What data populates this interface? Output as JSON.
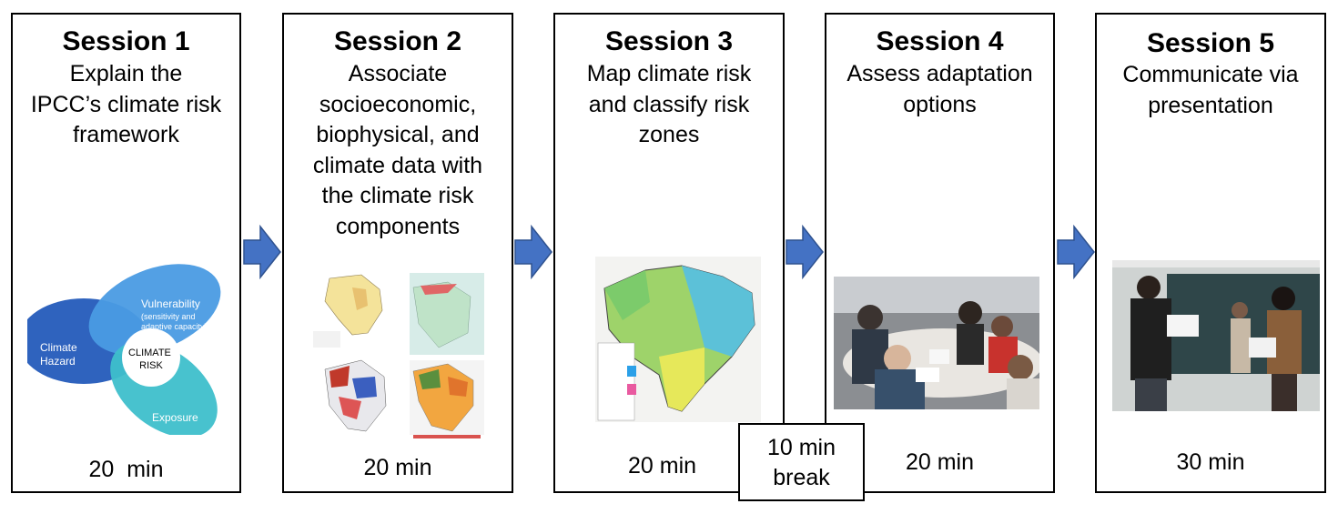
{
  "sessions": [
    {
      "title": "Session 1",
      "desc": [
        "Explain the",
        "IPCC’s climate risk",
        "framework"
      ],
      "duration": "20  min"
    },
    {
      "title": "Session 2",
      "desc": [
        "Associate",
        "socioeconomic,",
        "biophysical, and",
        "climate data with",
        "the climate risk",
        "components"
      ],
      "duration": "20 min"
    },
    {
      "title": "Session 3",
      "desc": [
        "Map climate risk",
        "and classify  risk",
        "zones"
      ],
      "duration": "20 min"
    },
    {
      "title": "Session 4",
      "desc": [
        "Assess adaptation",
        "options"
      ],
      "duration": "20 min"
    },
    {
      "title": "Session 5",
      "desc": [
        "Communicate via",
        "presentation"
      ],
      "duration": "30 min"
    }
  ],
  "break": {
    "line1": "10 min",
    "line2": "break"
  },
  "risk_diagram": {
    "hazard": [
      "Climate",
      "Hazard"
    ],
    "vulnerability": [
      "Vulnerability",
      "(sensitivity and",
      "adaptive capacity)"
    ],
    "exposure": "Exposure",
    "center": [
      "CLIMATE",
      "RISK"
    ]
  },
  "colors": {
    "arrow": "#4472C4",
    "hazard": "#2F63BE",
    "vulnerability": "#4A9BE3",
    "exposure": "#3EBFCB"
  }
}
